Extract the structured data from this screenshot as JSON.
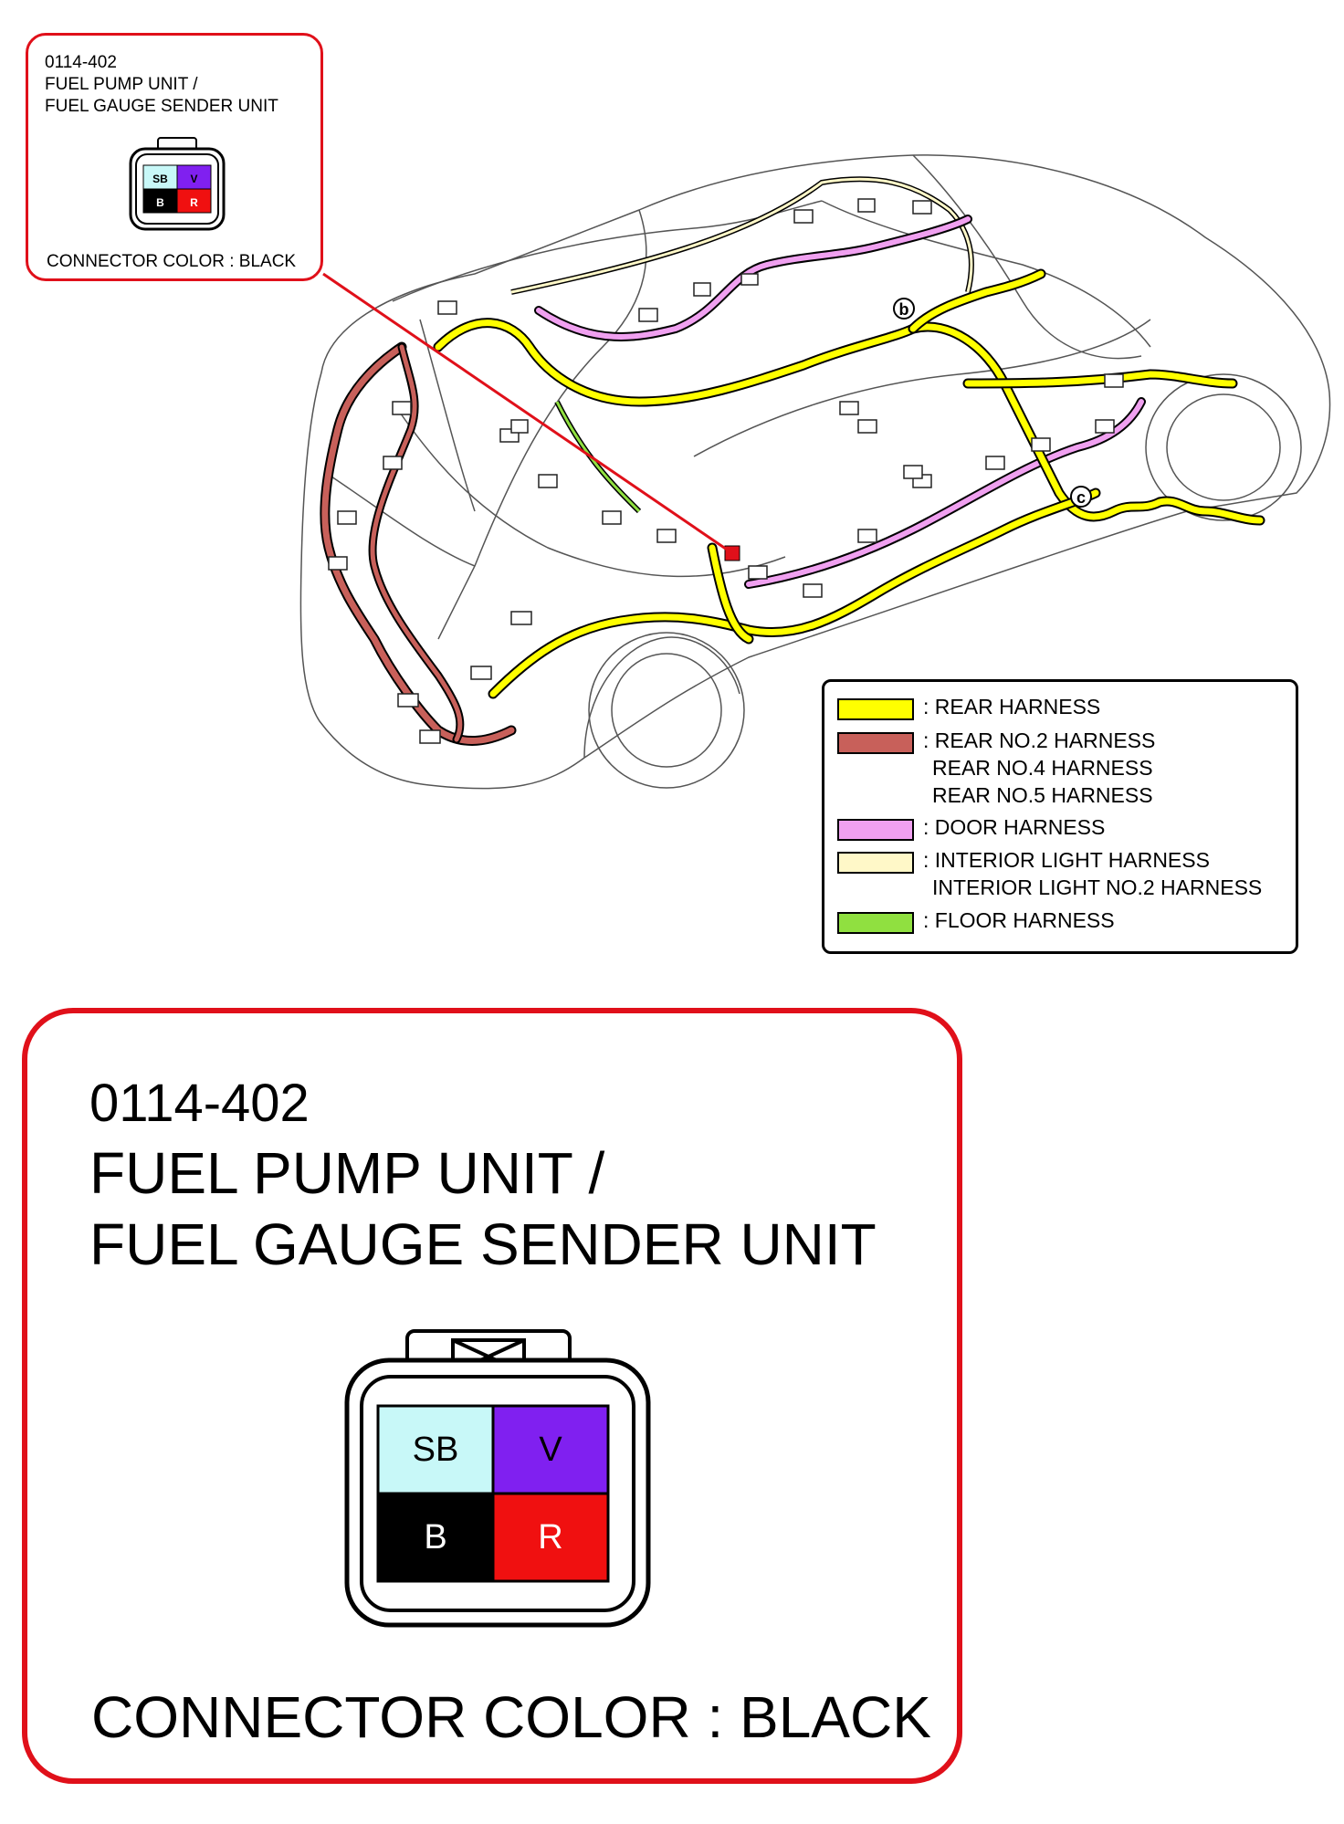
{
  "small_callout": {
    "code": "0114-402",
    "line1": "FUEL PUMP UNIT /",
    "line2": "FUEL GAUGE SENDER UNIT",
    "connector_color": "CONNECTOR COLOR : BLACK",
    "pins": [
      "SB",
      "V",
      "B",
      "R"
    ]
  },
  "diagram_labels": {
    "marker_b": "b",
    "marker_c": "c"
  },
  "legend": {
    "items": [
      {
        "color": "#ffff00",
        "lines": [
          ": REAR HARNESS"
        ]
      },
      {
        "color": "#c8605a",
        "lines": [
          ": REAR NO.2 HARNESS",
          "REAR NO.4 HARNESS",
          "REAR NO.5 HARNESS"
        ]
      },
      {
        "color": "#f0a0f0",
        "lines": [
          ": DOOR HARNESS"
        ]
      },
      {
        "color": "#fff8c8",
        "lines": [
          ": INTERIOR LIGHT HARNESS",
          "INTERIOR LIGHT NO.2 HARNESS"
        ]
      },
      {
        "color": "#90e040",
        "lines": [
          ": FLOOR HARNESS"
        ]
      }
    ]
  },
  "big_callout": {
    "code": "0114-402",
    "line1": "FUEL PUMP UNIT /",
    "line2": "FUEL GAUGE SENDER UNIT",
    "connector_color": "CONNECTOR COLOR : BLACK",
    "pins": [
      {
        "label": "SB",
        "color": "#c8f8f8",
        "text_color": "#000000"
      },
      {
        "label": "V",
        "color": "#8020f0",
        "text_color": "#000000"
      },
      {
        "label": "B",
        "color": "#000000",
        "text_color": "#ffffff"
      },
      {
        "label": "R",
        "color": "#f01010",
        "text_color": "#ffffff"
      }
    ]
  },
  "colors": {
    "callout_border": "#e0101a",
    "pointer": "#e0101a"
  }
}
